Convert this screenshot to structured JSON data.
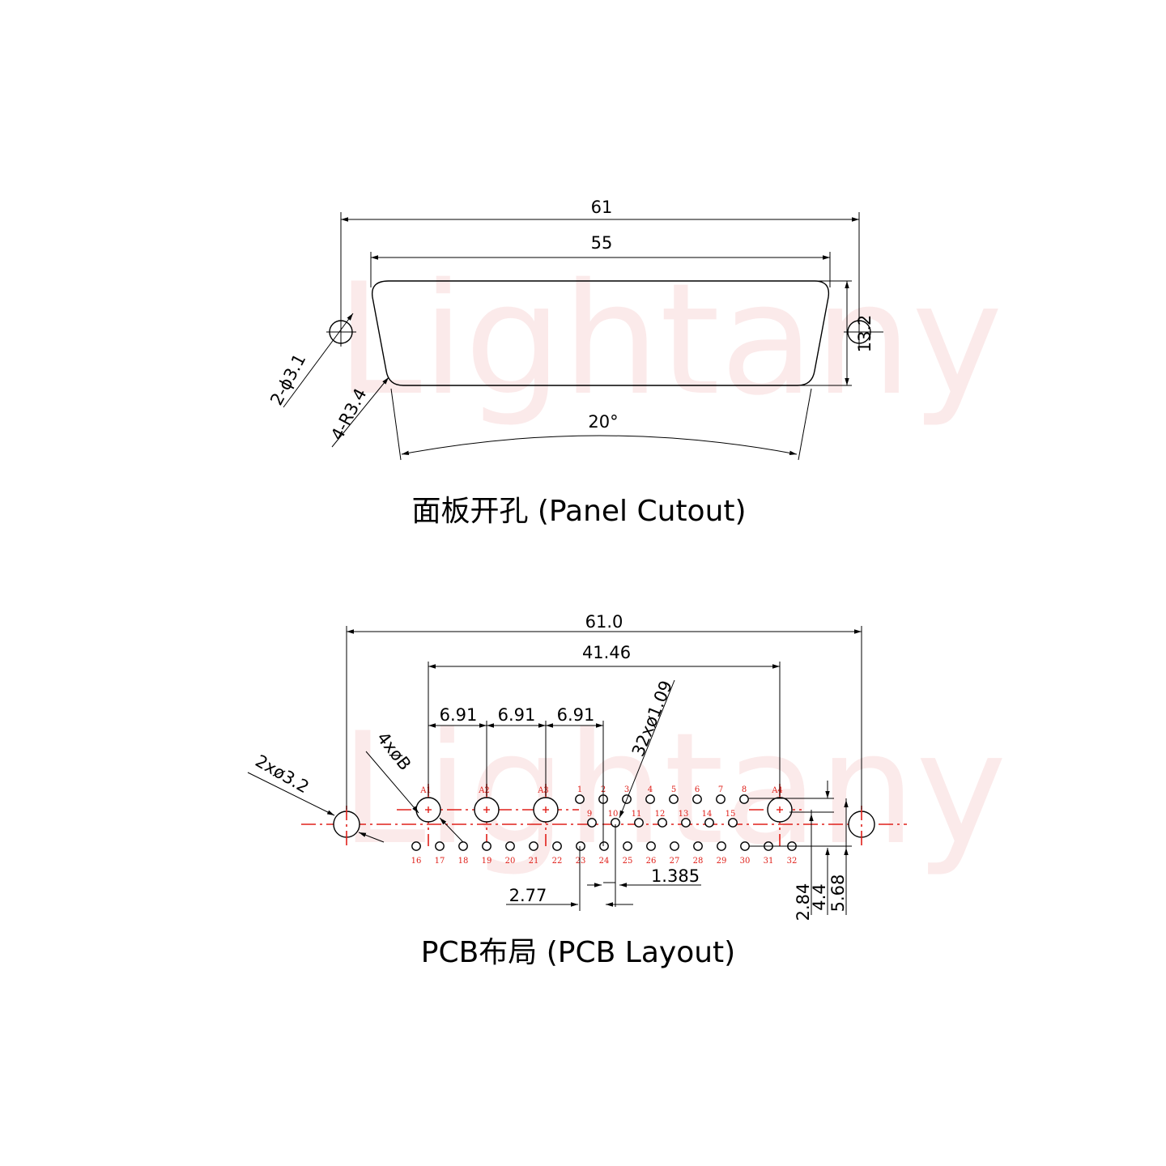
{
  "watermark": "Lightany",
  "panel_cutout": {
    "caption": "面板开孔 (Panel Cutout)",
    "dims": {
      "overall_width": "61",
      "body_width": "55",
      "height": "13.2",
      "mount_holes": "2-ϕ3.1",
      "corner_radius": "4-R3.4",
      "angle": "20°"
    }
  },
  "pcb_layout": {
    "caption": "PCB布局 (PCB Layout)",
    "dims": {
      "overall_width": "61.0",
      "coax_span": "41.46",
      "coax_pitch_1": "6.91",
      "coax_pitch_2": "6.91",
      "coax_pitch_3": "6.91",
      "signal_holes": "32xø1.09",
      "coax_holes": "4xøB",
      "mount_holes": "2xø3.2",
      "row_pitch": "1.385",
      "pin_pitch": "2.77",
      "row_offset_1": "2.84",
      "row_offset_2": "4.4",
      "row_offset_3": "5.68"
    },
    "coax_labels": [
      "A1",
      "A2",
      "A3",
      "A4"
    ],
    "pin_labels": [
      "1",
      "2",
      "3",
      "4",
      "5",
      "6",
      "7",
      "8",
      "9",
      "10",
      "11",
      "12",
      "13",
      "14",
      "15",
      "16",
      "17",
      "18",
      "19",
      "20",
      "21",
      "22",
      "23",
      "24",
      "25",
      "26",
      "27",
      "28",
      "29",
      "30",
      "31",
      "32"
    ]
  }
}
